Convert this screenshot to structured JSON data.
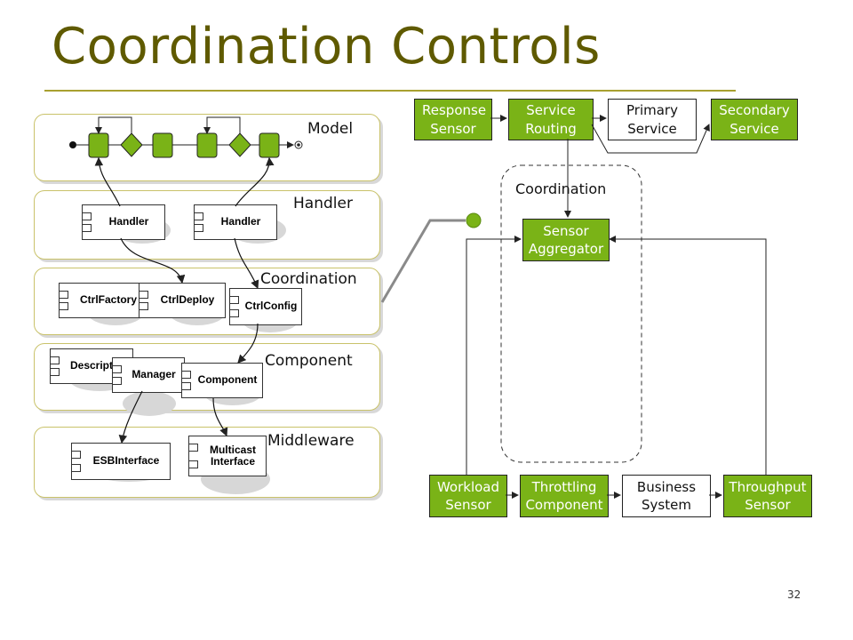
{
  "slide": {
    "title": "Coordination Controls",
    "page_number": "32"
  },
  "layers": {
    "model": "Model",
    "handler": "Handler",
    "coordination": "Coordination",
    "component": "Component",
    "middleware": "Middleware"
  },
  "left_components": {
    "handler1": "Handler",
    "handler2": "Handler",
    "ctrl_factory": "CtrlFactory",
    "ctrl_deploy": "CtrlDeploy",
    "ctrl_config": "CtrlConfig",
    "descriptor": "Descriptor",
    "manager": "Manager",
    "component": "Component",
    "esb_interface": "ESBInterface",
    "multicast_line1": "Multicast",
    "multicast_line2": "Interface"
  },
  "right_diagram": {
    "response_sensor": "Response Sensor",
    "service_routing": "Service Routing",
    "primary_service": "Primary Service",
    "secondary_service": "Secondary Service",
    "coordination_label": "Coordination",
    "sensor_aggregator": "Sensor Aggregator",
    "workload_sensor": "Workload Sensor",
    "throttling_component": "Throttling Component",
    "business_system": "Business System",
    "throughput_sensor": "Throughput Sensor"
  },
  "colors": {
    "title": "#5f5a00",
    "accent_green": "#7ab317",
    "rule": "#a8a030"
  }
}
